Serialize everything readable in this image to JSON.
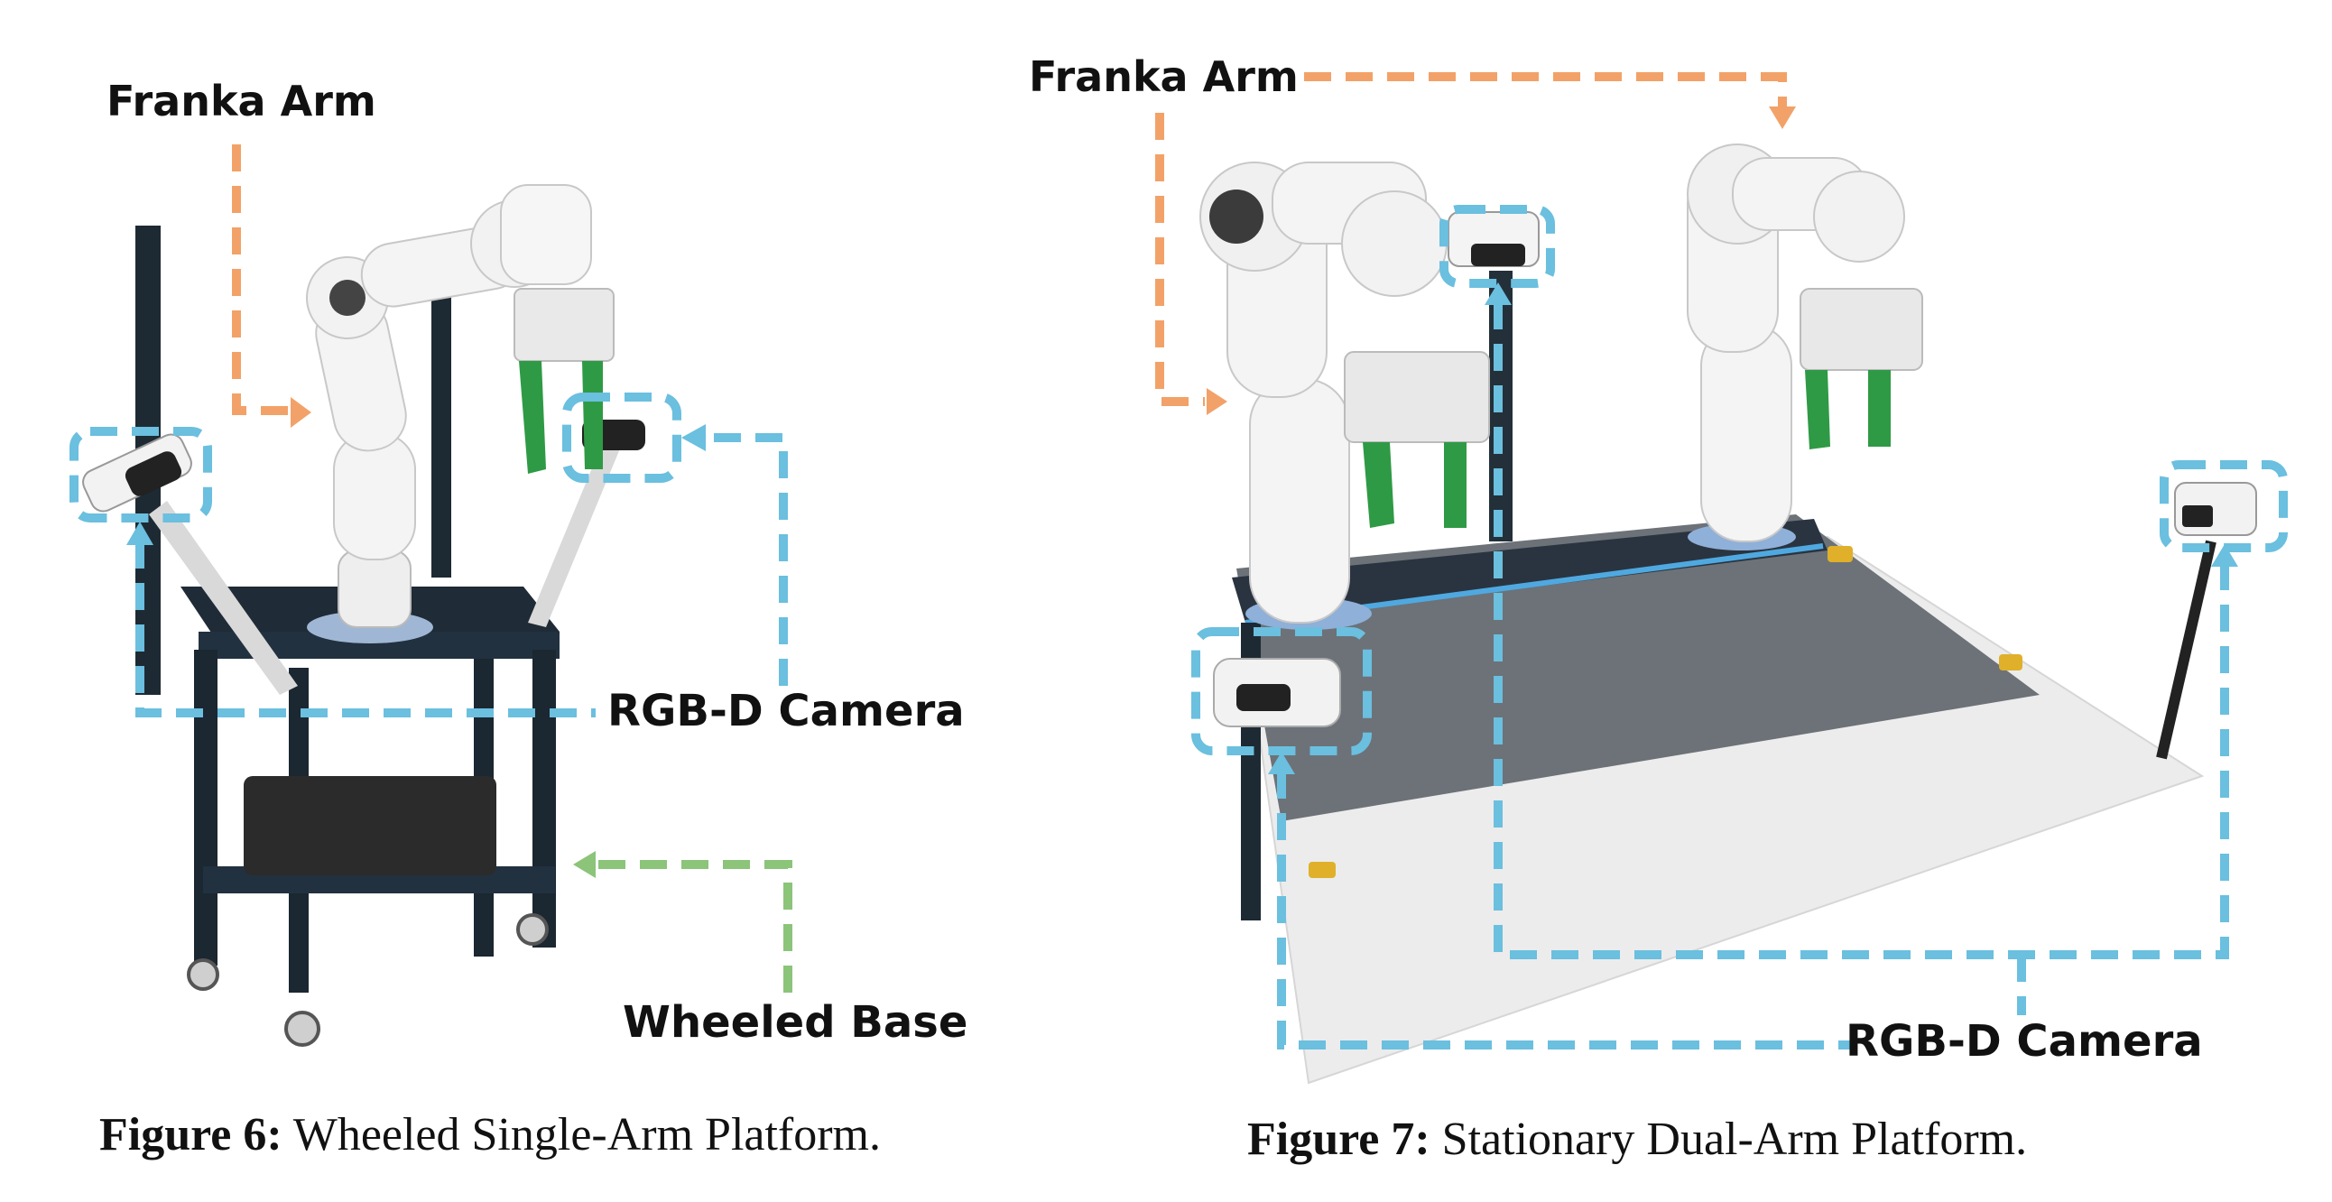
{
  "figure6": {
    "labels": {
      "arm": "Franka Arm",
      "camera": "RGB-D Camera",
      "base": "Wheeled Base"
    },
    "caption_prefix": "Figure 6:",
    "caption_text": "Wheeled Single-Arm Platform."
  },
  "figure7": {
    "labels": {
      "arm": "Franka Arm",
      "camera": "RGB-D Camera"
    },
    "caption_prefix": "Figure 7:",
    "caption_text": "Stationary Dual-Arm Platform."
  },
  "colors": {
    "arm_arrow": "#f2a268",
    "camera_arrow": "#6bbfdf",
    "base_arrow": "#8cc47a"
  }
}
